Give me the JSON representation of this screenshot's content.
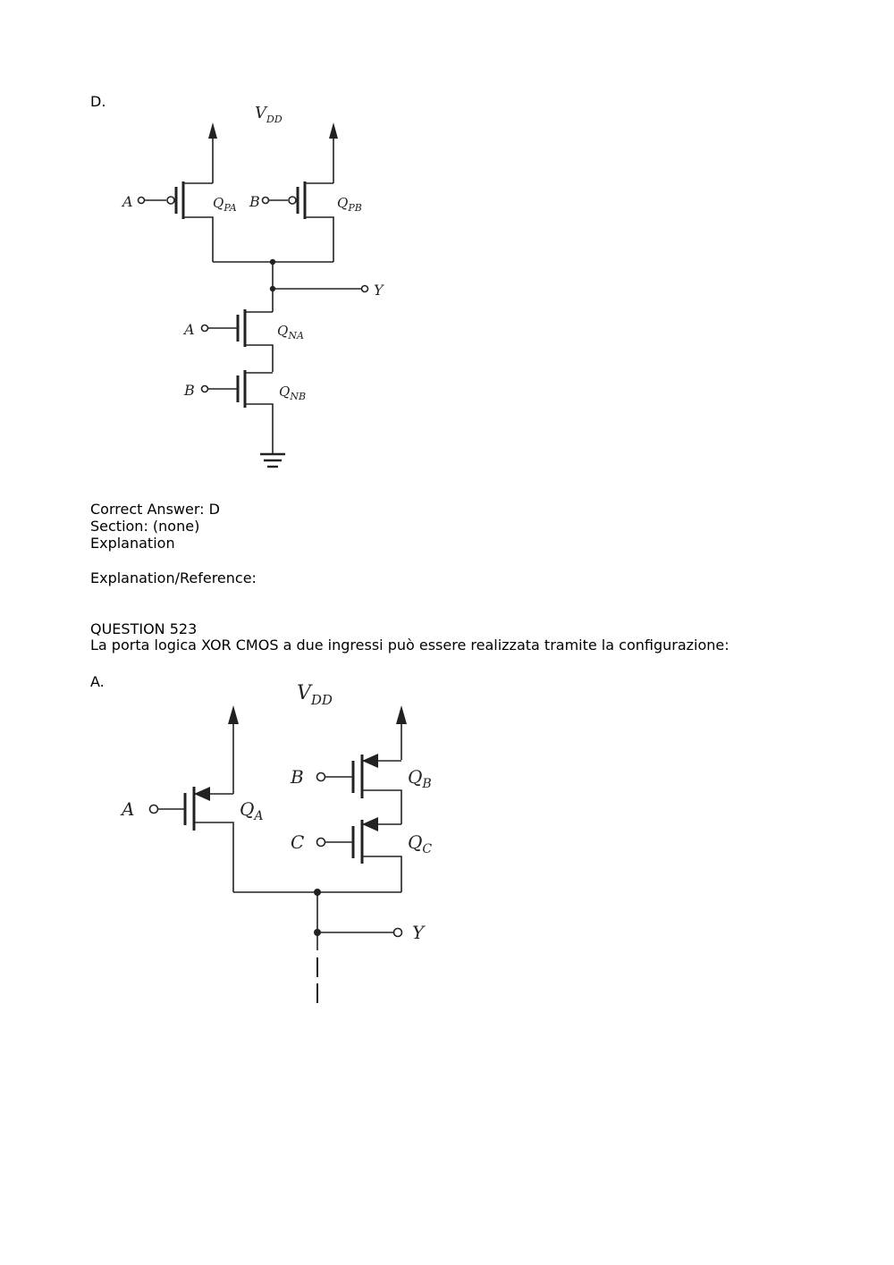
{
  "option_d": {
    "label": "D.",
    "diagram": {
      "vdd": "V",
      "vdd_sub": "DD",
      "input_a": "A",
      "input_b": "B",
      "q": "Q",
      "q_pa_sub": "PA",
      "q_pb_sub": "PB",
      "q_na_sub": "NA",
      "q_nb_sub": "NB",
      "output": "Y"
    }
  },
  "answer_block": {
    "correct_answer": "Correct Answer: D",
    "section": "Section: (none)",
    "explanation": "Explanation",
    "reference": "Explanation/Reference:"
  },
  "question": {
    "number": "QUESTION 523",
    "text": "La porta logica XOR CMOS a due ingressi può essere realizzata tramite la configurazione:"
  },
  "option_a": {
    "label": "A.",
    "diagram": {
      "vdd": "V",
      "vdd_sub": "DD",
      "input_a": "A",
      "input_b": "B",
      "input_c": "C",
      "q": "Q",
      "q_a_sub": "A",
      "q_b_sub": "B",
      "q_c_sub": "C",
      "output": "Y"
    }
  }
}
